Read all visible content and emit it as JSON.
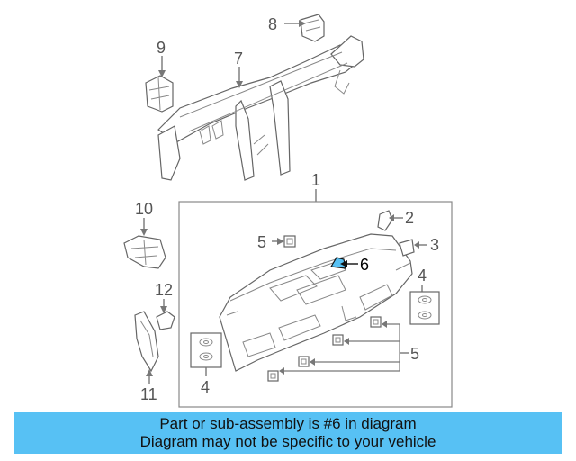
{
  "callouts": {
    "c1": "1",
    "c2": "2",
    "c3": "3",
    "c4a": "4",
    "c4b": "4",
    "c5a": "5",
    "c5b": "5",
    "c6": "6",
    "c7": "7",
    "c8": "8",
    "c9": "9",
    "c10": "10",
    "c11": "11",
    "c12": "12"
  },
  "highlight_color": "#57c1f4",
  "banner": {
    "line1": "Part or sub-assembly is #6 in diagram",
    "line2": "Diagram may not be specific to your vehicle"
  }
}
